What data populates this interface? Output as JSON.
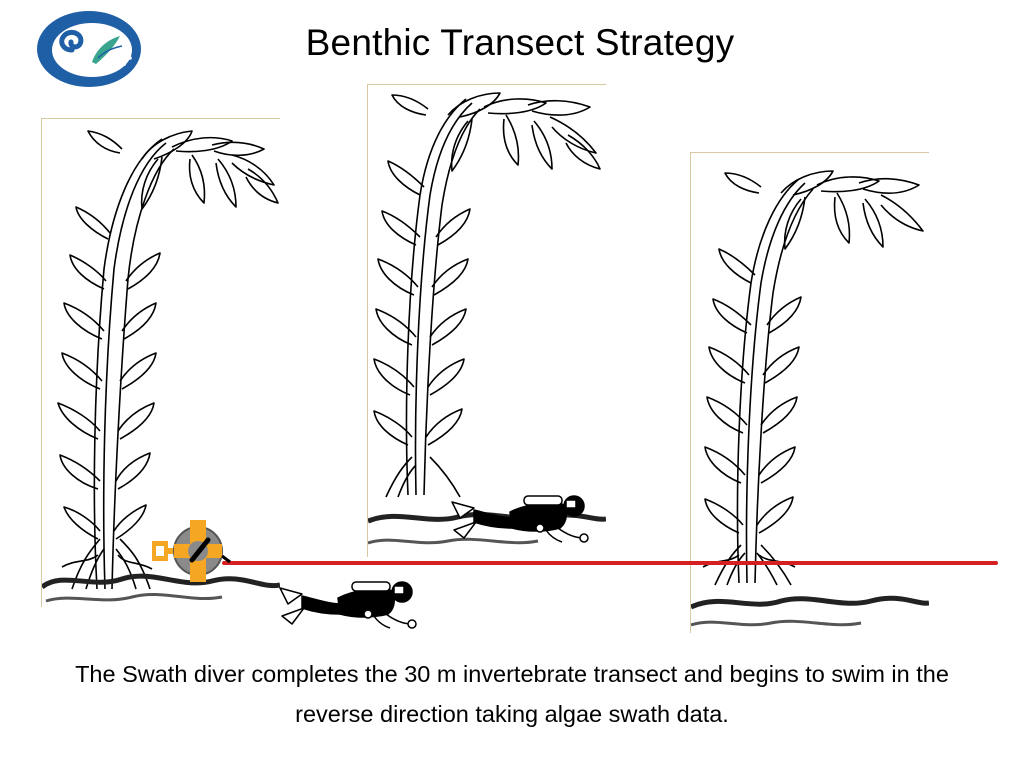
{
  "slide": {
    "title": "Benthic Transect Strategy",
    "caption": "The Swath diver completes the 30 m invertebrate transect and begins to swim in the reverse direction taking algae swath data."
  },
  "colors": {
    "logo_blue": "#1f5fa6",
    "logo_teal": "#3aa58f",
    "transect_red": "#d42020",
    "reel_orange": "#f5a623",
    "reel_gray": "#8a8a8a",
    "panel_border": "#d9c9a3"
  },
  "icons": {
    "logo": "organization-logo",
    "kelp": "kelp-plant-illustration",
    "reel": "transect-tape-reel",
    "diver": "scuba-diver"
  }
}
